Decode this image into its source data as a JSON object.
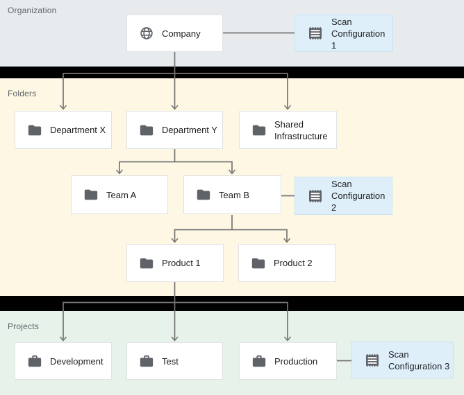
{
  "diagram": {
    "title_hint": "Resource hierarchy with scan configurations",
    "sections": {
      "organization": {
        "label": "Organization"
      },
      "folders": {
        "label": "Folders"
      },
      "projects": {
        "label": "Projects"
      }
    },
    "nodes": {
      "company": {
        "label": "Company",
        "icon": "globe-icon"
      },
      "scan_config_1": {
        "label": "Scan Configuration 1",
        "icon": "scan-config-icon"
      },
      "department_x": {
        "label": "Department X",
        "icon": "folder-icon"
      },
      "department_y": {
        "label": "Department Y",
        "icon": "folder-icon"
      },
      "shared_infrastructure": {
        "label": "Shared Infrastructure",
        "icon": "folder-icon"
      },
      "team_a": {
        "label": "Team A",
        "icon": "folder-icon"
      },
      "team_b": {
        "label": "Team B",
        "icon": "folder-icon"
      },
      "scan_config_2": {
        "label": "Scan Configuration 2",
        "icon": "scan-config-icon"
      },
      "product_1": {
        "label": "Product 1",
        "icon": "folder-icon"
      },
      "product_2": {
        "label": "Product 2",
        "icon": "folder-icon"
      },
      "development": {
        "label": "Development",
        "icon": "briefcase-icon"
      },
      "test": {
        "label": "Test",
        "icon": "briefcase-icon"
      },
      "production": {
        "label": "Production",
        "icon": "briefcase-icon"
      }
    },
    "edges": [
      {
        "from": "company",
        "to": "department_x",
        "arrow": true
      },
      {
        "from": "company",
        "to": "department_y",
        "arrow": true
      },
      {
        "from": "company",
        "to": "shared_infrastructure",
        "arrow": true
      },
      {
        "from": "company",
        "to": "scan_config_1",
        "arrow": false
      },
      {
        "from": "department_y",
        "to": "team_a",
        "arrow": true
      },
      {
        "from": "department_y",
        "to": "team_b",
        "arrow": true
      },
      {
        "from": "team_b",
        "to": "scan_config_2",
        "arrow": false
      },
      {
        "from": "team_b",
        "to": "product_1",
        "arrow": true
      },
      {
        "from": "team_b",
        "to": "product_2",
        "arrow": true
      },
      {
        "from": "product_1",
        "to": "development",
        "arrow": true
      },
      {
        "from": "product_1",
        "to": "test",
        "arrow": true
      },
      {
        "from": "product_1",
        "to": "production",
        "arrow": true
      },
      {
        "from": "production",
        "to": "scan_config_3",
        "arrow": false
      }
    ],
    "colors": {
      "organization_bg": "#e8ebee",
      "folders_bg": "#fdf7e3",
      "projects_bg": "#e6f2ea",
      "scan_config_bg": "#dfeffa",
      "scan_config_border": "#c9e2f4",
      "node_bg": "#ffffff",
      "node_border": "#e0e2e4",
      "node_label": "#202124",
      "section_label": "#5f6368",
      "icon": "#5f6368",
      "connector": "#757575",
      "separator": "#000000"
    }
  }
}
